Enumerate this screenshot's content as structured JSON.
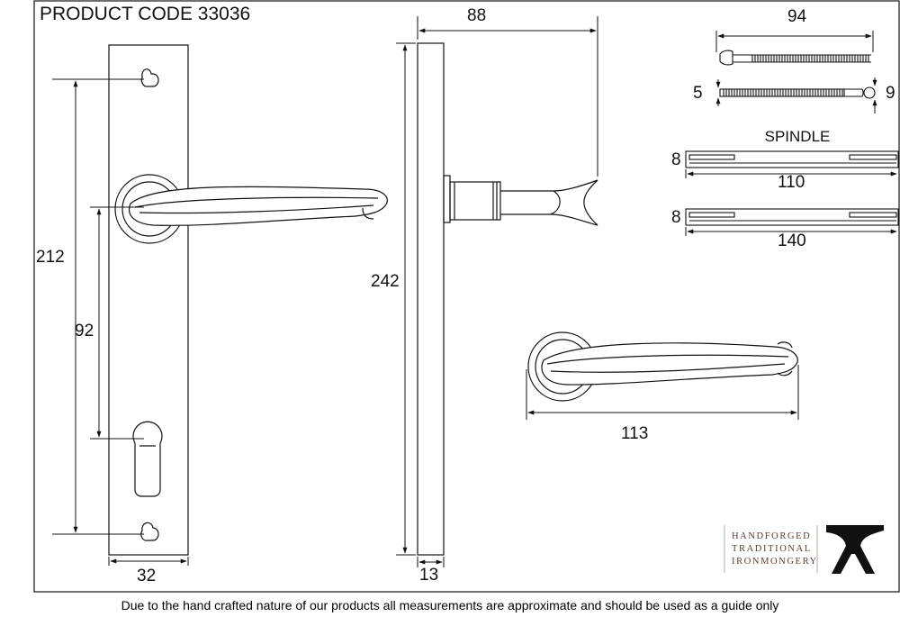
{
  "product_code_label": "PRODUCT CODE 33036",
  "dimensions": {
    "plate_height": "212",
    "handle_to_keyhole": "92",
    "plate_width": "32",
    "side_height": "242",
    "side_thickness": "13",
    "projection": "88",
    "handle_length": "113",
    "screw_length": "94",
    "screw_small_dia": "5",
    "screw_large_dia": "9",
    "spindle_size_a": "8",
    "spindle_length_a": "110",
    "spindle_size_b": "8",
    "spindle_length_b": "140"
  },
  "spindle_label": "SPINDLE",
  "brand": {
    "lines": [
      "HANDFORGED",
      "TRADITIONAL",
      "IRONMONGERY"
    ],
    "logo": "anvil-icon"
  },
  "footer_note": "Due to the hand crafted nature of our products all measurements are approximate and should be used as a guide only",
  "colors": {
    "line": "#111111",
    "brand_text": "#5a3e2e"
  }
}
